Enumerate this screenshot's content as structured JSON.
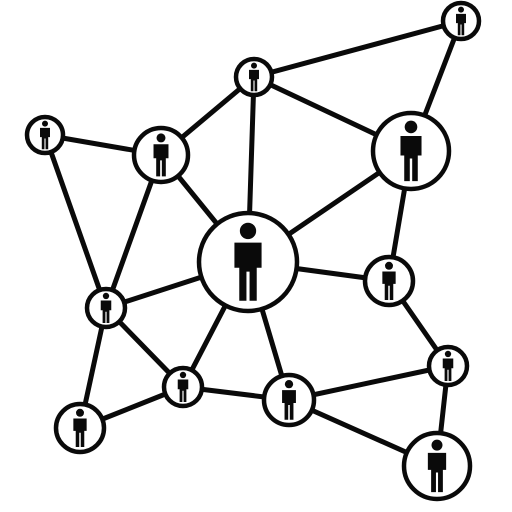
{
  "diagram": {
    "type": "social-network",
    "colors": {
      "ink": "#0a0a0a",
      "fill": "#ffffff",
      "watermark": "#d8d8d8"
    },
    "node_icon": "person-icon",
    "nodes": [
      {
        "id": "n1"
      },
      {
        "id": "n2"
      },
      {
        "id": "n3"
      },
      {
        "id": "n4"
      },
      {
        "id": "n5"
      },
      {
        "id": "n6"
      },
      {
        "id": "n7"
      },
      {
        "id": "n8"
      },
      {
        "id": "n9"
      },
      {
        "id": "n10"
      },
      {
        "id": "n11"
      },
      {
        "id": "n12"
      },
      {
        "id": "n13"
      },
      {
        "id": "n14"
      }
    ],
    "edges": [
      [
        "n1",
        "n2"
      ],
      [
        "n1",
        "n3"
      ],
      [
        "n2",
        "n4"
      ],
      [
        "n2",
        "n5"
      ],
      [
        "n2",
        "n6"
      ],
      [
        "n5",
        "n6"
      ],
      [
        "n3",
        "n9"
      ],
      [
        "n3",
        "n5"
      ],
      [
        "n3",
        "n7"
      ],
      [
        "n6",
        "n8"
      ],
      [
        "n6",
        "n7"
      ],
      [
        "n4",
        "n7"
      ],
      [
        "n7",
        "n9"
      ],
      [
        "n7",
        "n11"
      ],
      [
        "n7",
        "n12"
      ],
      [
        "n9",
        "n10"
      ],
      [
        "n9",
        "n11"
      ],
      [
        "n9",
        "n13"
      ],
      [
        "n10",
        "n13"
      ],
      [
        "n11",
        "n12"
      ],
      [
        "n12",
        "n14"
      ],
      [
        "n12",
        "n15"
      ],
      [
        "n14",
        "n15"
      ],
      [
        "n8",
        "n14"
      ]
    ]
  }
}
